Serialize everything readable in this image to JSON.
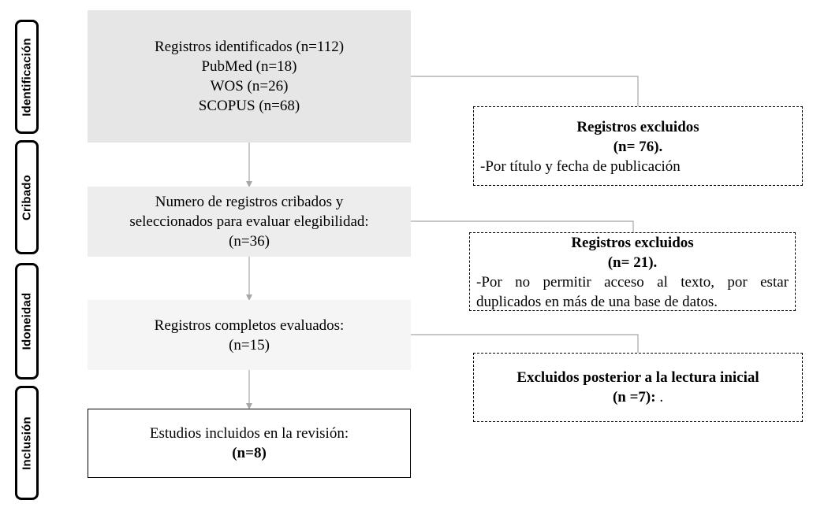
{
  "stages": [
    {
      "label": "Identificación"
    },
    {
      "label": "Cribado"
    },
    {
      "label": "Idoneidad"
    },
    {
      "label": "Inclusión"
    }
  ],
  "identification": {
    "lines": [
      "Registros identificados (n=112)",
      "PubMed (n=18)",
      "WOS (n=26)",
      "SCOPUS (n=68)"
    ]
  },
  "screening": {
    "lines": [
      "Numero de registros cribados y",
      "seleccionados para evaluar elegibilidad:",
      "(n=36)"
    ]
  },
  "eligibility": {
    "lines": [
      "Registros completos evaluados:",
      "(n=15)"
    ]
  },
  "included": {
    "title": "Estudios incluidos en la revisión:",
    "count": "(n=8)"
  },
  "excluded_1": {
    "title": "Registros excluidos",
    "count": "(n= 76).",
    "note": "-Por título y fecha de publicación"
  },
  "excluded_2": {
    "title": "Registros excluidos",
    "count": "(n= 21).",
    "note_line1": "-Por no permitir acceso al texto, por estar",
    "note_line2": "duplicados en más de una base de datos."
  },
  "excluded_3": {
    "title": "Excluidos posterior a la lectura inicial",
    "count": "(n =7):",
    "suffix": " ."
  },
  "colors": {
    "connector": "#a6a6a6",
    "box_identified": "#e6e6e6",
    "box_screened": "#ededed",
    "box_eligible": "#f5f5f5"
  }
}
